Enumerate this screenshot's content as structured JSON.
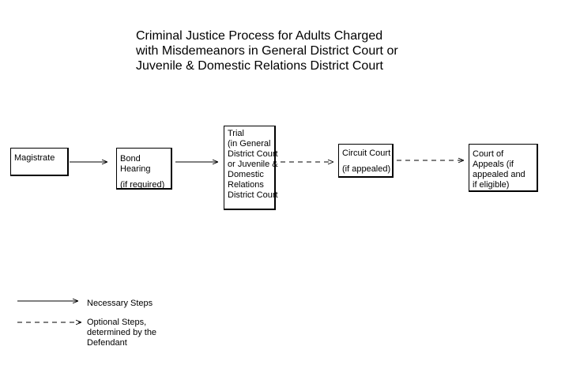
{
  "title": {
    "line1": "Criminal Justice Process for Adults Charged",
    "line2": "with Misdemeanors in General District Court or",
    "line3": "Juvenile & Domestic Relations District Court"
  },
  "nodes": {
    "magistrate": {
      "line1": "Magistrate"
    },
    "bond_hearing": {
      "line1": "Bond",
      "line2": "Hearing",
      "line3": "(if required)"
    },
    "trial": {
      "line1": "Trial",
      "line2": "(in General",
      "line3": "District Court",
      "line4": "or Juvenile &",
      "line5": "Domestic",
      "line6": "Relations",
      "line7": "District Court"
    },
    "circuit_court": {
      "line1": "Circuit Court",
      "line2": "(if appealed)"
    },
    "court_of_appeals": {
      "line1": "Court of",
      "line2": "Appeals (if",
      "line3": "appealed and",
      "line4": "if eligible)"
    }
  },
  "legend": {
    "necessary": "Necessary Steps",
    "optional": {
      "line1": "Optional Steps,",
      "line2": "determined by the",
      "line3": "Defendant"
    }
  }
}
